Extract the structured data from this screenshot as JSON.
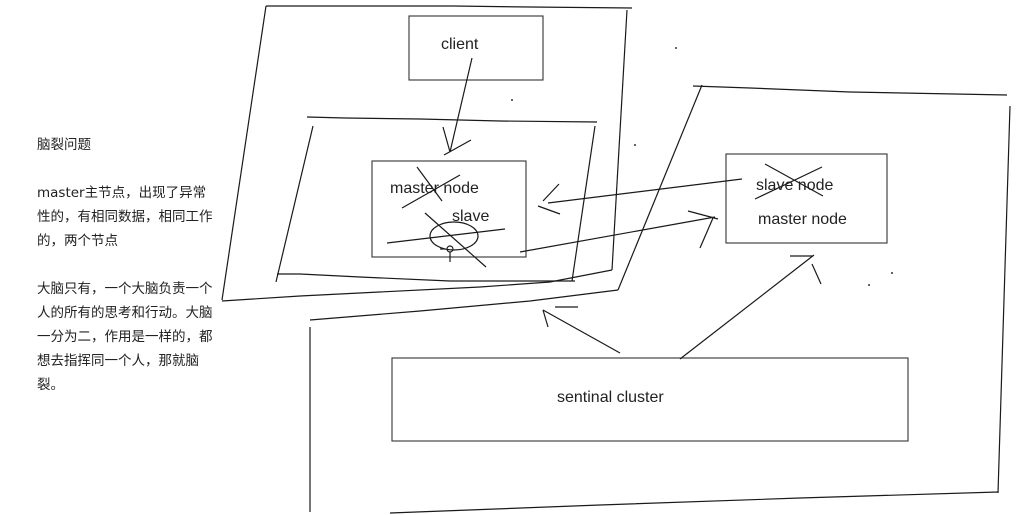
{
  "notes": {
    "title": "脑裂问题",
    "paragraphs": [
      "master主节点，出现了异常性的，有相同数据，相同工作的，两个节点",
      "大脑只有，一个大脑负责一个人的所有的思考和行动。大脑一分为二，作用是一样的，都想去指挥同一个人，那就脑裂。"
    ]
  },
  "diagram": {
    "client_label": "client",
    "left_node": {
      "original_role": "master node",
      "original_role_crossed_out": true,
      "current_role": "slave",
      "current_role_circled_and_crossed": true
    },
    "right_node": {
      "original_role": "slave node",
      "original_role_crossed_out": true,
      "current_role": "master node"
    },
    "sentinel_label": "sentinal cluster",
    "edges": [
      {
        "from": "client",
        "to": "left_node"
      },
      {
        "from": "right_node",
        "to": "left_node"
      },
      {
        "from": "left_node",
        "to": "right_node"
      },
      {
        "from": "sentinel",
        "to": "left_partition"
      },
      {
        "from": "sentinel",
        "to": "right_node"
      }
    ]
  }
}
